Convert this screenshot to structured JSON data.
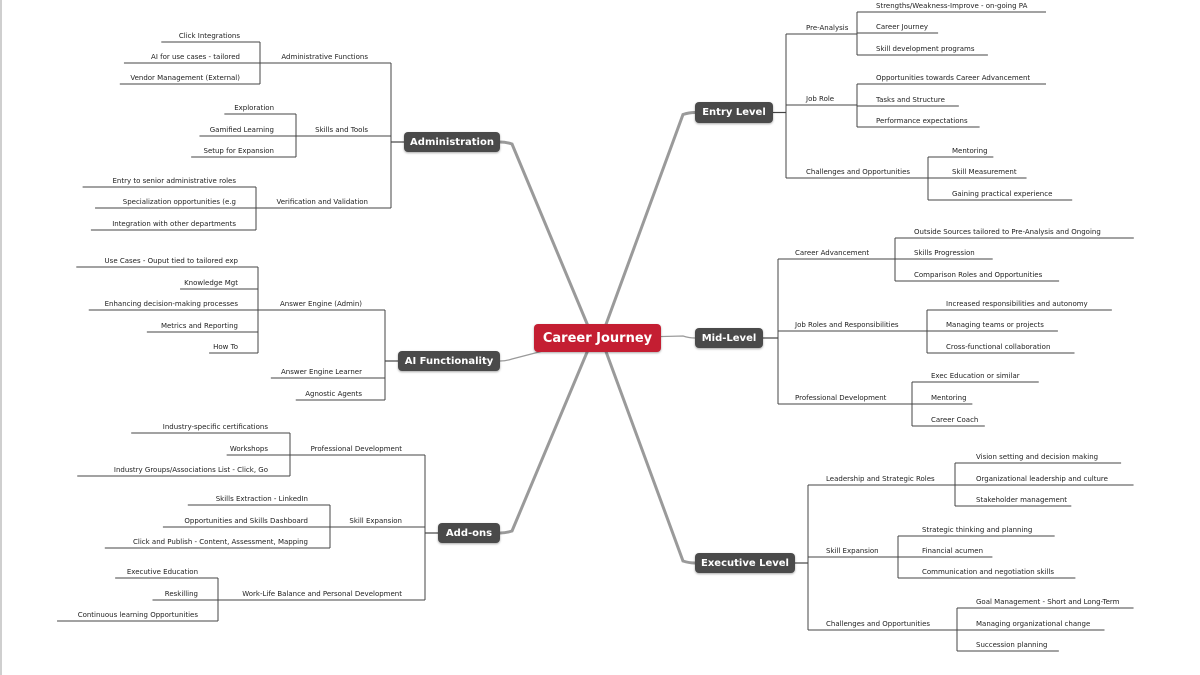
{
  "root": {
    "label": "Career Journey"
  },
  "colors": {
    "root": "#c41e32",
    "node": "#4a4a4a",
    "connector": "#9a9a9a",
    "line": "#444444"
  },
  "branches": [
    {
      "label": "Entry Level",
      "side": "right",
      "children": [
        {
          "label": "Pre-Analysis",
          "children": [
            "Strengths/Weakness-Improve - on-going PA",
            "Career Journey",
            "Skill development programs"
          ]
        },
        {
          "label": "Job Role",
          "children": [
            "Opportunities towards Career Advancement",
            "Tasks and Structure",
            "Performance expectations"
          ]
        },
        {
          "label": "Challenges and Opportunities",
          "children": [
            "Mentoring",
            "Skill Measurement",
            "Gaining practical experience"
          ]
        }
      ]
    },
    {
      "label": "Mid-Level",
      "side": "right",
      "children": [
        {
          "label": "Career Advancement",
          "children": [
            "Outside Sources tailored to Pre-Analysis and Ongoing",
            "Skills Progression",
            "Comparison Roles and Opportunities"
          ]
        },
        {
          "label": "Job Roles and Responsibilities",
          "children": [
            "Increased responsibilities and autonomy",
            "Managing teams or projects",
            "Cross-functional collaboration"
          ]
        },
        {
          "label": "Professional Development",
          "children": [
            "Exec Education or similar",
            "Mentoring",
            "Career Coach"
          ]
        }
      ]
    },
    {
      "label": "Executive Level",
      "side": "right",
      "children": [
        {
          "label": "Leadership and Strategic Roles",
          "children": [
            "Vision setting and decision making",
            "Organizational leadership and culture",
            "Stakeholder management"
          ]
        },
        {
          "label": "Skill Expansion",
          "children": [
            "Strategic thinking and planning",
            "Financial acumen",
            "Communication and negotiation skills"
          ]
        },
        {
          "label": "Challenges and Opportunities",
          "children": [
            "Goal Management - Short and Long-Term",
            "Managing organizational change",
            "Succession planning"
          ]
        }
      ]
    },
    {
      "label": "Administration",
      "side": "left",
      "children": [
        {
          "label": "Administrative Functions",
          "children": [
            "Click Integrations",
            "AI for use cases - tailored",
            "Vendor Management (External)"
          ]
        },
        {
          "label": "Skills and Tools",
          "children": [
            "Exploration",
            "Gamified Learning",
            "Setup for Expansion"
          ]
        },
        {
          "label": "Verification and Validation",
          "children": [
            "Entry to senior administrative roles",
            "Specialization opportunities (e.g",
            "Integration with other departments"
          ]
        }
      ]
    },
    {
      "label": "AI Functionality",
      "side": "left",
      "children": [
        {
          "label": "Answer Engine (Admin)",
          "children": [
            "Use Cases - Ouput tied to tailored exp",
            "Knowledge Mgt",
            "Enhancing decision-making processes",
            "Metrics and Reporting",
            "How To"
          ]
        },
        {
          "label": "Answer Engine Learner",
          "children": []
        },
        {
          "label": "Agnostic Agents",
          "children": []
        }
      ]
    },
    {
      "label": "Add-ons",
      "side": "left",
      "children": [
        {
          "label": "Professional Development",
          "children": [
            "Industry-specific certifications",
            "Workshops",
            "Industry Groups/Associations List - Click, Go"
          ]
        },
        {
          "label": "Skill Expansion",
          "children": [
            "Skills Extraction - LinkedIn",
            "Opportunities and Skills Dashboard",
            "Click and Publish - Content, Assessment, Mapping"
          ]
        },
        {
          "label": "Work-Life Balance and Personal Development",
          "children": [
            "Executive Education",
            "Reskilling",
            "Continuous learning Opportunities"
          ]
        }
      ]
    }
  ]
}
